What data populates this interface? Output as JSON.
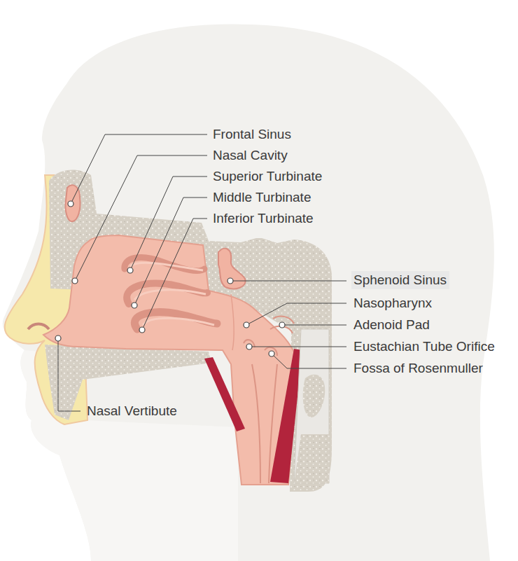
{
  "diagram": {
    "nodes": [
      {
        "text": [
          "Sphenoid Sinus"
        ]
      }
    ],
    "labels": [
      "Frontal Sinus",
      "Nasal Cavity",
      "Superior Turbinate",
      "Middle Turbinate",
      "Inferior Turbinate",
      "Nasopharynx",
      "Adenoid Pad",
      "Eustachian Tube Orifice",
      "Fossa of Rosenmuller",
      "Nasal Vertibute"
    ]
  }
}
